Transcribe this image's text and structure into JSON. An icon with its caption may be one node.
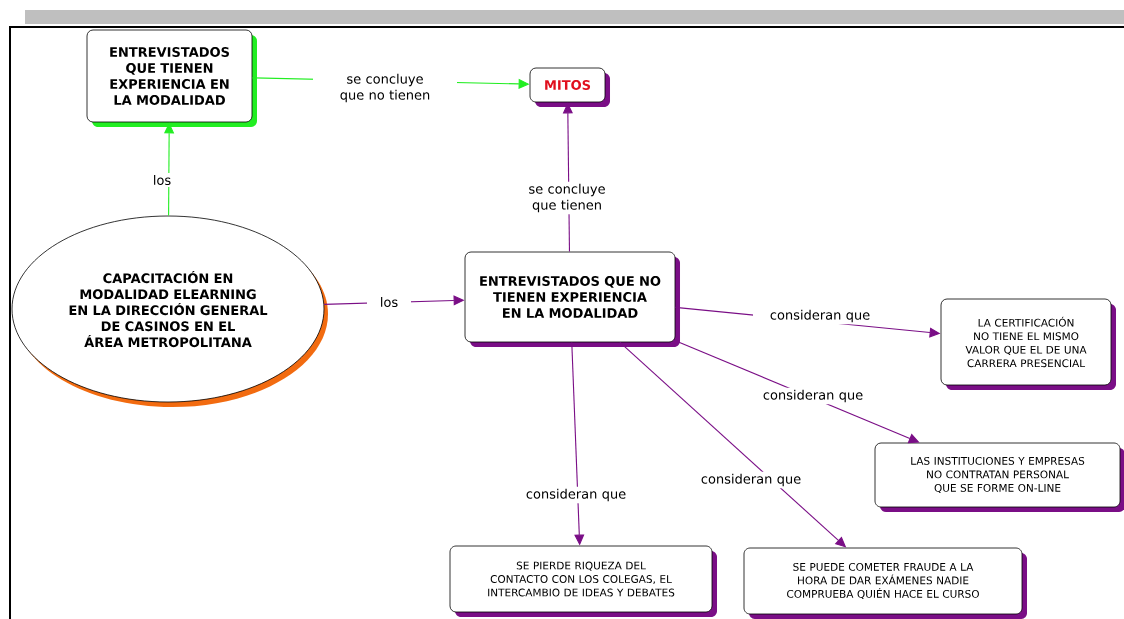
{
  "diagram": {
    "nodes": [
      {
        "text": [
          "CAPACITACIÓN EN MODALIDAD ELEARNING EN LA DIRECCIÓN GENERAL DE CASINOS EN EL ÁREA METROPOLITANA"
        ]
      },
      {
        "text": [
          "ENTREVISTADOS QUE TIENEN EXPERIENCIA EN LA MODALIDAD"
        ]
      },
      {
        "text": [
          "MITOS"
        ]
      },
      {
        "text": [
          "ENTREVISTADOS QUE NO TIENEN EXPERIENCIA EN LA MODALIDAD"
        ]
      },
      {
        "text": [
          "LA CERTIFICACIÓN NO TIENE EL MISMO VALOR QUE EL DE UNA CARRERA PRESENCIAL"
        ]
      },
      {
        "text": [
          "LAS INSTITUCIONES Y EMPRESAS NO CONTRATAN PERSONAL QUE SE FORME ON-LINE"
        ]
      },
      {
        "text": [
          "SE PIERDE RIQUEZA DEL CONTACTO CON LOS COLEGAS, EL INTERCAMBIO DE IDEAS Y DEBATES"
        ]
      },
      {
        "text": [
          "SE PUEDE COMETER FRAUDE A LA HORA DE DAR EXÁMENES NADIE COMPRUEBA QUIÉN HACE EL CURSO"
        ]
      }
    ],
    "edges": [
      {
        "from": 0,
        "to": 1,
        "arrow": "to",
        "label": "los",
        "color": "#22ee22"
      },
      {
        "from": 1,
        "to": 2,
        "arrow": "to",
        "label": "se concluye que no tienen",
        "color": "#22ee22"
      },
      {
        "from": 3,
        "to": 2,
        "arrow": "to",
        "label": "se concluye que tienen"
      },
      {
        "from": 0,
        "to": 3,
        "arrow": "to",
        "label": "los"
      },
      {
        "from": 3,
        "to": 4,
        "arrow": "to",
        "label": "consideran que"
      },
      {
        "from": 3,
        "to": 5,
        "arrow": "to",
        "label": "consideran que"
      },
      {
        "from": 3,
        "to": 6,
        "arrow": "to",
        "label": "consideran que"
      },
      {
        "from": 3,
        "to": 7,
        "arrow": "to",
        "label": "consideran que"
      }
    ]
  }
}
